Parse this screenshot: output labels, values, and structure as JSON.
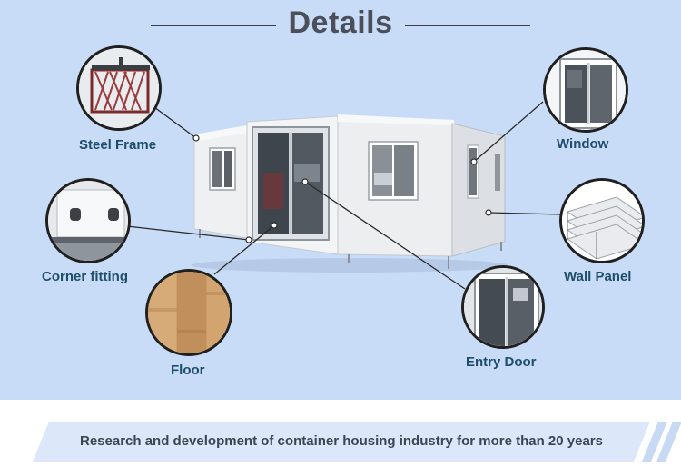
{
  "title": "Details",
  "labels": {
    "steel_frame": "Steel Frame",
    "window": "Window",
    "corner_fitting": "Corner fitting",
    "wall_panel": "Wall Panel",
    "floor": "Floor",
    "entry_door": "Entry Door"
  },
  "banner": "Research and development of container housing industry for more than 20 years",
  "colors": {
    "background": "#c9dcf7",
    "label": "#1e4d6a",
    "title": "#4a4f59",
    "banner": "#dce8fa"
  }
}
